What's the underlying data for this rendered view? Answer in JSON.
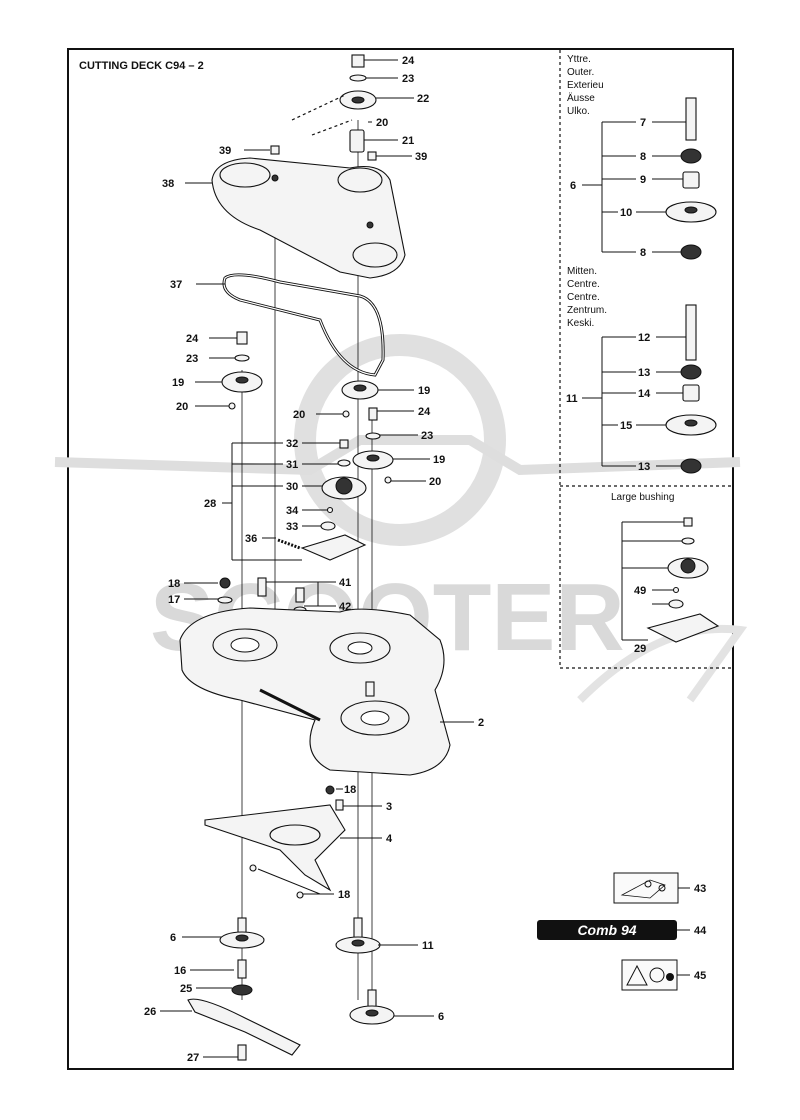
{
  "title": "CUTTING DECK C94 – 2",
  "outer_block": {
    "lines": [
      "Yttre.",
      "Outer.",
      "Exterieu",
      "Äusse",
      "Ulko."
    ]
  },
  "middle_block": {
    "lines": [
      "Mitten.",
      "Centre.",
      "Centre.",
      "Zentrum.",
      "Keski."
    ]
  },
  "bushing_label": "Large bushing",
  "decal_text": "Comb 94",
  "watermark": "SCOOTER",
  "callouts": {
    "c24a": "24",
    "c23a": "23",
    "c22": "22",
    "c20a": "20",
    "c21": "21",
    "c39a": "39",
    "c39b": "39",
    "c38": "38",
    "c37": "37",
    "c24b": "24",
    "c23b": "23",
    "c19a": "19",
    "c20b": "20",
    "c19b": "19",
    "c20c": "20",
    "c24c": "24",
    "c23c": "23",
    "c19c": "19",
    "c20d": "20",
    "c32": "32",
    "c31": "31",
    "c30": "30",
    "c28": "28",
    "c34": "34",
    "c33": "33",
    "c36": "36",
    "c18a": "18",
    "c17": "17",
    "c41": "41",
    "c42": "42",
    "c2": "2",
    "c18b": "18",
    "c3": "3",
    "c4": "4",
    "c18c": "18",
    "c6a": "6",
    "c11a": "11",
    "c16": "16",
    "c25": "25",
    "c26": "26",
    "c27": "27",
    "c6b": "6",
    "c7": "7",
    "c8a": "8",
    "c9": "9",
    "c10": "10",
    "c8b": "8",
    "c6c": "6",
    "c12": "12",
    "c13a": "13",
    "c14": "14",
    "c15": "15",
    "c13b": "13",
    "c11b": "11",
    "c49": "49",
    "c29": "29",
    "c43": "43",
    "c44": "44",
    "c45": "45"
  }
}
